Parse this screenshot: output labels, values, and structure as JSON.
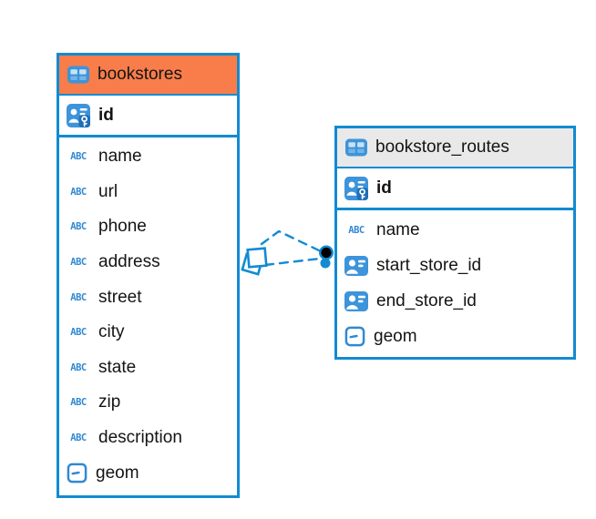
{
  "colors": {
    "accent_blue": "#128bd1",
    "icon_blue": "#3d94da",
    "header_orange": "#f87d4a",
    "header_gray": "#e9e9e9",
    "text": "#141414",
    "endpoint_black": "#000000"
  },
  "icons": {
    "text_type_label": "ABC"
  },
  "tables": {
    "bookstores": {
      "title": "bookstores",
      "header_style": "orange",
      "pk": {
        "name": "id",
        "type": "primary-key"
      },
      "columns": [
        {
          "name": "name",
          "type": "text"
        },
        {
          "name": "url",
          "type": "text"
        },
        {
          "name": "phone",
          "type": "text"
        },
        {
          "name": "address",
          "type": "text"
        },
        {
          "name": "street",
          "type": "text"
        },
        {
          "name": "city",
          "type": "text"
        },
        {
          "name": "state",
          "type": "text"
        },
        {
          "name": "zip",
          "type": "text"
        },
        {
          "name": "description",
          "type": "text"
        },
        {
          "name": "geom",
          "type": "geometry"
        }
      ]
    },
    "bookstore_routes": {
      "title": "bookstore_routes",
      "header_style": "gray",
      "pk": {
        "name": "id",
        "type": "primary-key"
      },
      "columns": [
        {
          "name": "name",
          "type": "text"
        },
        {
          "name": "start_store_id",
          "type": "reference"
        },
        {
          "name": "end_store_id",
          "type": "reference"
        },
        {
          "name": "geom",
          "type": "geometry"
        }
      ]
    }
  },
  "relationships": [
    {
      "from": "bookstore_routes.start_store_id",
      "to": "bookstores.id",
      "line_style": "dashed"
    },
    {
      "from": "bookstore_routes.end_store_id",
      "to": "bookstores.id",
      "line_style": "dashed"
    }
  ]
}
